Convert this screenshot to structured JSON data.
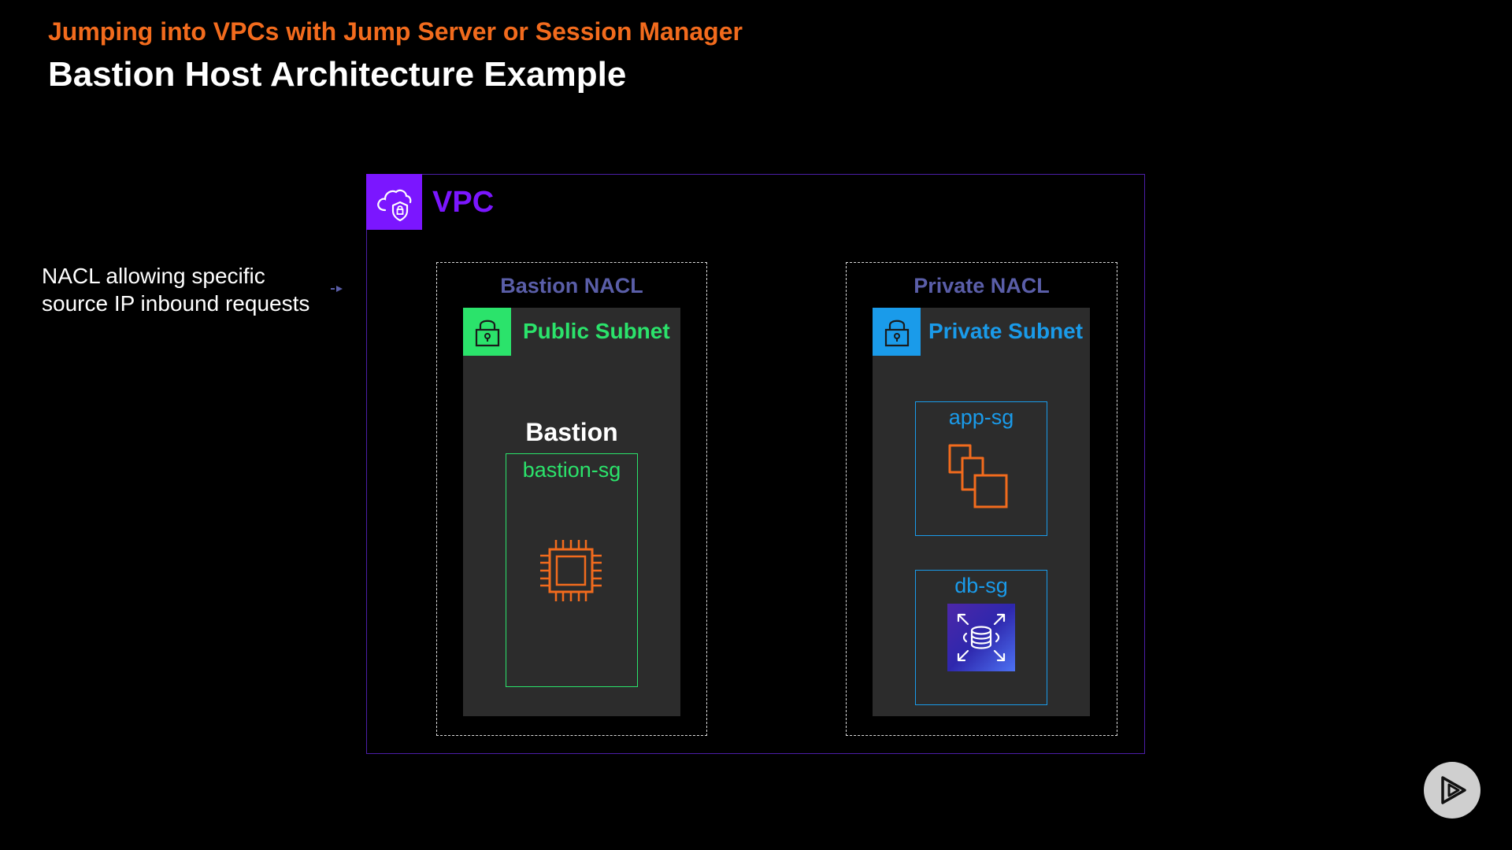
{
  "header": {
    "subtitle": "Jumping into VPCs with Jump Server or Session Manager",
    "title": "Bastion Host Architecture Example"
  },
  "note": {
    "line1": "NACL allowing specific",
    "line2": "source IP inbound requests"
  },
  "vpc": {
    "label": "VPC",
    "icon": "vpc-cloud-shield-icon"
  },
  "bastion_nacl": {
    "label": "Bastion NACL",
    "subnet": {
      "label": "Public Subnet",
      "icon": "lock-icon",
      "instance_label": "Bastion",
      "security_group": "bastion-sg",
      "instance_icon": "ec2-chip-icon"
    }
  },
  "private_nacl": {
    "label": "Private NACL",
    "subnet": {
      "label": "Private Subnet",
      "icon": "lock-icon",
      "app_sg": {
        "label": "app-sg",
        "icon": "instances-icon"
      },
      "db_sg": {
        "label": "db-sg",
        "icon": "rds-database-icon"
      }
    }
  },
  "colors": {
    "accent_orange": "#f26b1d",
    "vpc_purple": "#7b16ff",
    "public_green": "#2be36b",
    "private_blue": "#1a9bea",
    "nacl_label": "#5a5ea8",
    "subnet_bg": "#2c2c2c"
  },
  "player": {
    "icon": "play-logo-icon"
  }
}
